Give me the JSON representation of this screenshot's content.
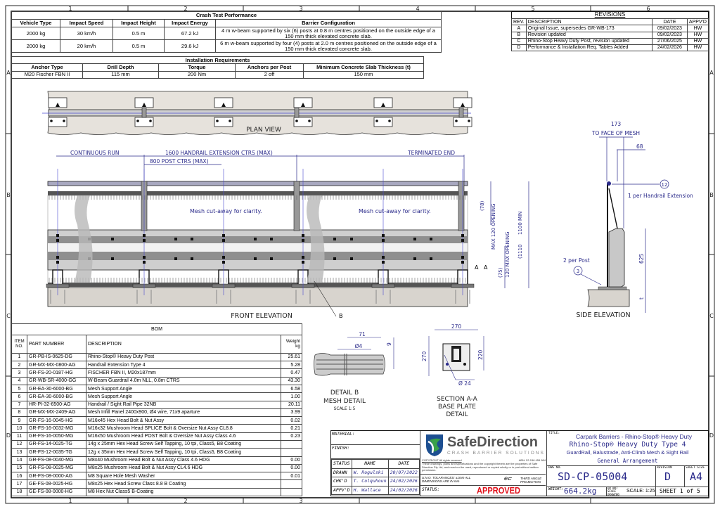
{
  "frame": {
    "columns": [
      "1",
      "2",
      "3",
      "4",
      "5",
      "6"
    ],
    "rows": [
      "A",
      "B",
      "C",
      "D"
    ]
  },
  "crash_table": {
    "title": "Crash Test Performance",
    "headers": [
      "Vehicle Type",
      "Impact Speed",
      "Impact Height",
      "Impact Energy",
      "Barrier Configuration"
    ],
    "rows": [
      [
        "2000 kg",
        "30 km/h",
        "0.5 m",
        "67.2 kJ",
        "4 m w-beam supported by six (6) posts at 0.8 m centres positioned on the outside edge of a 150 mm thick elevated concrete slab."
      ],
      [
        "2000 kg",
        "20 km/h",
        "0.5 m",
        "29.6 kJ",
        "6 m w-beam supported by four (4) posts at 2.0 m centres positioned on the outside edge of a 150 mm thick elevated concrete slab."
      ]
    ]
  },
  "install_table": {
    "title": "Installation Requirements",
    "headers": [
      "Anchor Type",
      "Drill Depth",
      "Torque",
      "Anchors per Post",
      "Minimum Concrete Slab Thickness (t)"
    ],
    "row": [
      "M20 Fischer FBN II",
      "115 mm",
      "200 Nm",
      "2 off",
      "150 mm"
    ]
  },
  "revisions": {
    "title": "REVISIONS",
    "headers": [
      "REV.",
      "DESCRIPTION",
      "DATE",
      "APPV'D"
    ],
    "rows": [
      [
        "A",
        "Original Issue, supersedes GR-WB-173",
        "09/02/2023",
        "HW"
      ],
      [
        "B",
        "Revision updated",
        "09/02/2023",
        "HW"
      ],
      [
        "C",
        "Rhino-Stop Heavy Duty Post, revision updated",
        "27/06/2025",
        "HW"
      ],
      [
        "D",
        "Performance & Installation Req. Tables Added",
        "24/02/2026",
        "HW"
      ]
    ]
  },
  "plan_view": {
    "label": "PLAN VIEW",
    "dims": {
      "continuous": "CONTINUOUS RUN",
      "handrail": "1600 HANDRAIL EXTENSION CTRS (MAX)",
      "terminated": "TERMINATED END",
      "post": "800 POST CTRS (MAX)"
    }
  },
  "front": {
    "label": "FRONT ELEVATION",
    "mesh_note": "Mesh cut-away for clarity.",
    "dim_78": "(78)",
    "dim_max120": "MAX 120 OPENING",
    "dim_75": "(75)",
    "dim_120max": "120 MAX OPENING",
    "dim_1110": "(1110",
    "dim_1100": "1100 MIN",
    "section_a": "A",
    "detail_b": "B"
  },
  "side": {
    "label": "SIDE ELEVATION",
    "dim_173": "173",
    "face": "TO FACE OF MESH",
    "dim_68": "68",
    "callout_12": "12",
    "note_12": "1 per Handrail Extension",
    "callout_3": "3",
    "note_3": "2 per Post",
    "dim_625": "625",
    "dim_t": "t"
  },
  "detail_b": {
    "title1": "DETAIL B",
    "title2": "MESH DETAIL",
    "scale": "SCALE 1:5",
    "dim_71": "71",
    "dim_dia4": "Ø4",
    "dim_9": "9"
  },
  "section_aa": {
    "title1": "SECTION A-A",
    "title2": "BASE PLATE",
    "title3": "DETAIL",
    "dim_270w": "270",
    "dim_270h": "270",
    "dim_220": "220",
    "dim_dia24": "Ø 24"
  },
  "bom": {
    "title": "BOM",
    "headers": [
      "ITEM NO.",
      "PART NUMBER",
      "DESCRIPTION",
      "Weight kg"
    ],
    "rows": [
      [
        "1",
        "GR-PB-IS-0625-DG",
        "Rhino-Stop® Heavy Duty Post",
        "25.61"
      ],
      [
        "2",
        "GR-MX-MX-0800-AG",
        "Handrail Extension Type 4",
        "5.28"
      ],
      [
        "3",
        "GR-FS-20-0187-HG",
        "FISCHER FBN II, M20x187mm",
        "0.47"
      ],
      [
        "4",
        "GR-WB-SR-4000-GG",
        "W-Beam Guardrail 4.0m NLL, 0.8m CTRS",
        "43.30"
      ],
      [
        "5",
        "GR-EA-30-6000-BG",
        "Mesh Support Angle",
        "6.58"
      ],
      [
        "6",
        "GR-EA-30-6000-BG",
        "Mesh Support Angle",
        "1.00"
      ],
      [
        "7",
        "HR-PI-32-6500-AG",
        "Handrail / Sight Rail Pipe 32NB",
        "20.11"
      ],
      [
        "8",
        "GR-MX-MX-2409-AG",
        "Mesh Infill Panel 2400x900, Ø4 wire, 71x9 aparture",
        "3.99"
      ],
      [
        "9",
        "GR-FS-16-0045-HG",
        "M16x45 Hex Head Bolt & Nut Assy",
        "0.02"
      ],
      [
        "10",
        "GR-FS-16-0032-MG",
        "M16x32 Mushroom Head SPLICE Bolt & Oversize Nut Assy CL8.8",
        "0.21"
      ],
      [
        "11",
        "GR-FS-16-0050-MG",
        "M16x50 Mushroom Head POST Bolt & Oversize Nut Assy Class 4.6",
        "0.23"
      ],
      [
        "12",
        "GR-FS-14-0025-TG",
        "14g x 25mm Hex Head Screw Self Tapping, 10 tpi, Class5, B8 Coating",
        ""
      ],
      [
        "13",
        "GR-FS-12-0035-TG",
        "12g x 35mm Hex Head Screw Self Tapping, 10 tpi, Class5, B8 Coating",
        ""
      ],
      [
        "14",
        "GR-FS-08-0040-MG",
        "M8x40 Mushroom Head Bolt & Nut Assy Class 4.6 HDG",
        "0.00"
      ],
      [
        "15",
        "GR-FS-08-0025-MG",
        "M8x25 Mushroom Head Bolt & Nut Assy CL4.6 HDG",
        "0.00"
      ],
      [
        "16",
        "GR-FS-08-0000-AG",
        "M8 Square Hole Mesh Washer",
        "0.01"
      ],
      [
        "17",
        "GE-FS-08-0025-HG",
        "M8x25 Hex Head Screw Class 8.8 B Coating",
        ""
      ],
      [
        "18",
        "GE-FS-08-0000-HG",
        "M8 Hex Nut Class5 B-Coating",
        ""
      ]
    ]
  },
  "title_block": {
    "material": "MATERIAL:",
    "finish": "FINISH:",
    "headers": [
      "STATUS",
      "NAME",
      "DATE"
    ],
    "rows": [
      [
        "DRAWN",
        "W. Rogulski",
        "20/07/2022"
      ],
      [
        "CHK'D",
        "T. Colquhoun",
        "24/02/2026"
      ],
      [
        "APPV'D",
        "H. Wallace",
        "24/02/2026"
      ]
    ],
    "logo_text": "SafeDirection",
    "logo_sub": "CRASH BARRIER SOLUTIONS",
    "copyright": "COPYRIGHT  All rights reserved",
    "abn": "ABN: 53 156 459 684",
    "copyright_body": "These drawings, plans and specifications and the copyright therein are the properties of Safe Direction Pty Ltd, and must not be used, reproduced or copied wholly or in part without written permission.",
    "tolerances": "U.N.O. TOLARANCES: ±1mm  ALL DIMENSIONS ARE IN mm",
    "projection": "THIRD ANGLE PROJECTION",
    "status_label": "STATUS:",
    "status": "APPROVED",
    "title_label": "TITLE:",
    "title1": "Carpark Barriers - Rhino-Stop® Heavy Duty",
    "title2": "Rhino-Stop® Heavy Duty Type 4",
    "title3": "GuardRail, Balustrade, Anti-Climb Mesh & Sight Rail",
    "title4": "General Arrangement",
    "dwg_label": "DWG NO.",
    "dwg_no": "SD-CP-05004",
    "rev_label": "REVISION",
    "revision": "D",
    "size_label": "SHEET SIZE",
    "sheet_size": "A4",
    "weight_label": "WEIGHT:",
    "weight": "664.2kg",
    "no_scale": "DO NOT SCALE DRAWING",
    "scale": "SCALE: 1:25",
    "sheet": "SHEET  1 of 5",
    "colors": {
      "brand_blue": "#1d4f91",
      "brand_green": "#3aa14a",
      "approved": "#e0101a",
      "dim_blue": "#2a2a8a"
    }
  }
}
